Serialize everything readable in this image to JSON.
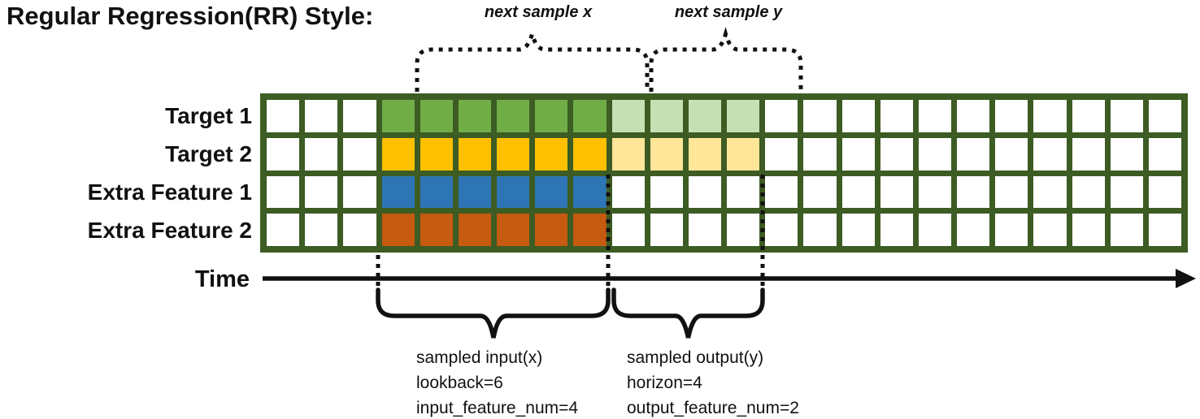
{
  "title": "Regular Regression(RR) Style:",
  "next_sample": {
    "x_label": "next sample x",
    "y_label": "next sample y"
  },
  "time_label": "Time",
  "grid": {
    "total_columns": 24,
    "blank_leading_columns": 3,
    "lookback_columns": 6,
    "horizon_columns": 4,
    "border_color": "#3d5c23",
    "empty_cell_color": "#ffffff",
    "rows": [
      {
        "label": "Target 1",
        "input_color": "#70ad47",
        "output_color": "#c5e0b4"
      },
      {
        "label": "Target 2",
        "input_color": "#ffc000",
        "output_color": "#ffe699"
      },
      {
        "label": "Extra Feature 1",
        "input_color": "#2e75b6",
        "output_color": null
      },
      {
        "label": "Extra Feature 2",
        "input_color": "#c55a11",
        "output_color": null
      }
    ]
  },
  "annotations": {
    "input": [
      "sampled input(x)",
      "lookback=6",
      "input_feature_num=4"
    ],
    "output": [
      "sampled output(y)",
      "horizon=4",
      "output_feature_num=2"
    ]
  },
  "line_color": "#111111"
}
